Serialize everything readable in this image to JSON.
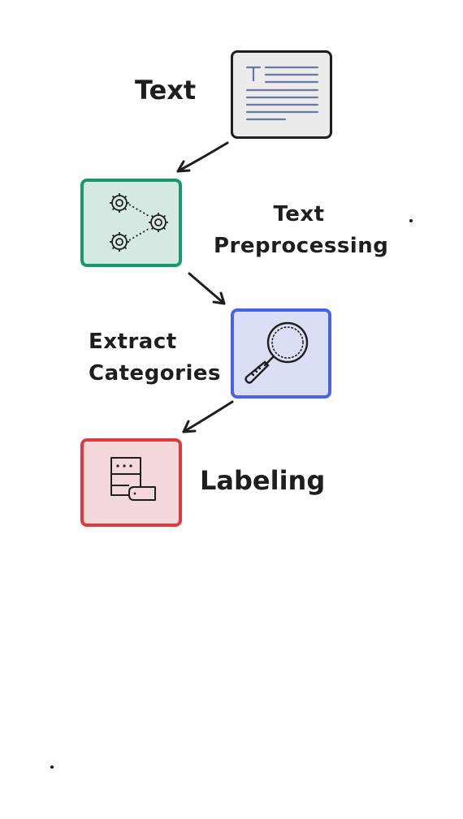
{
  "diagram": {
    "nodes": [
      {
        "id": "text",
        "label": "Text",
        "icon": "document-icon",
        "fill": "#ebebeb",
        "stroke": "#1e1e1e"
      },
      {
        "id": "preprocessing",
        "label_lines": [
          "Text",
          "Preprocessing"
        ],
        "icon": "gears-icon",
        "fill": "#d3e9e1",
        "stroke": "#159a6a"
      },
      {
        "id": "extract",
        "label_lines": [
          "Extract",
          "Categories"
        ],
        "icon": "magnifier-icon",
        "fill": "#dadff6",
        "stroke": "#4a63e6"
      },
      {
        "id": "labeling",
        "label": "Labeling",
        "icon": "tag-list-icon",
        "fill": "#f3d9dc",
        "stroke": "#e03a3e"
      }
    ],
    "edges": [
      {
        "from": "text",
        "to": "preprocessing"
      },
      {
        "from": "preprocessing",
        "to": "extract"
      },
      {
        "from": "extract",
        "to": "labeling"
      }
    ]
  }
}
